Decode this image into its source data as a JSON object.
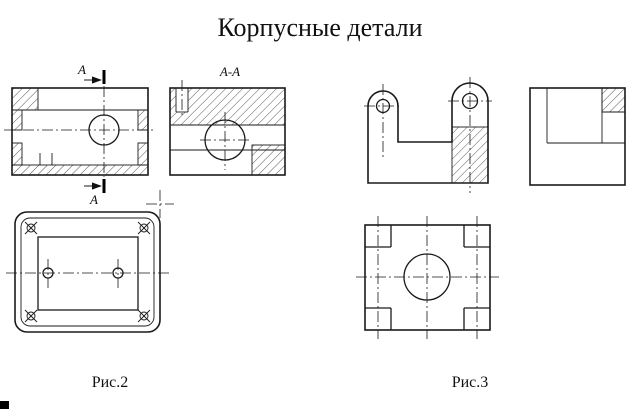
{
  "page": {
    "title": "Корпусные детали",
    "colors": {
      "ink": "#1a1a1a",
      "background": "#ffffff"
    }
  },
  "figure2": {
    "caption": "Рис.2",
    "section_label_top": "А",
    "section_label_bottom": "А",
    "section_view_label": "А-А"
  },
  "figure3": {
    "caption": "Рис.3"
  }
}
